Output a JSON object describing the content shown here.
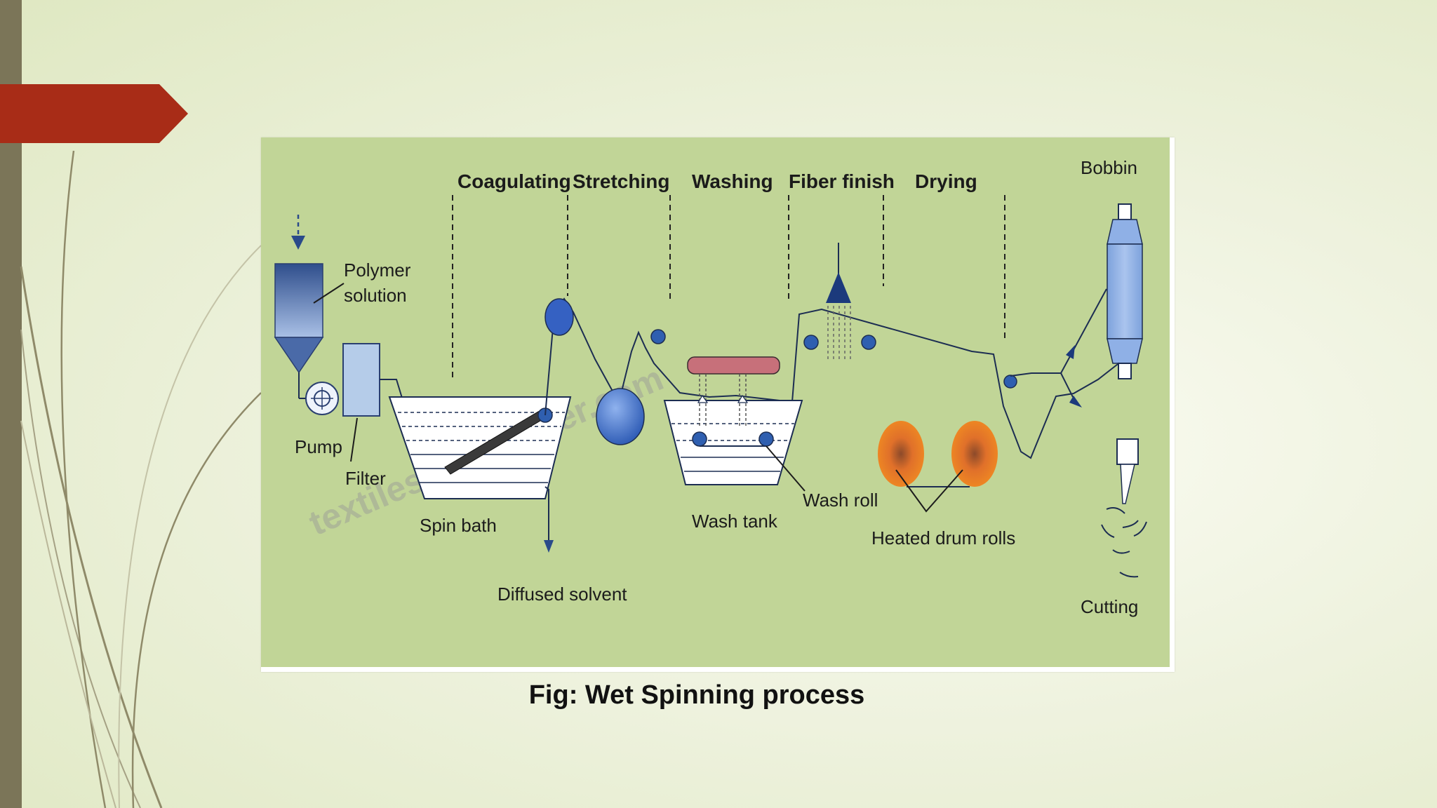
{
  "slide": {
    "caption": "Fig: Wet Spinning process",
    "accent_color": "#a82c17",
    "bar_color": "#7b7558"
  },
  "diagram": {
    "stages": {
      "coagulating": "Coagulating",
      "stretching": "Stretching",
      "washing": "Washing",
      "fiber_finish": "Fiber finish",
      "drying": "Drying"
    },
    "labels": {
      "polymer_line1": "Polymer",
      "polymer_line2": "solution",
      "pump": "Pump",
      "filter": "Filter",
      "spin_bath": "Spin bath",
      "diffused_solvent": "Diffused solvent",
      "wash_tank": "Wash tank",
      "wash_roll": "Wash roll",
      "heated_drum_rolls": "Heated drum rolls",
      "bobbin": "Bobbin",
      "cutting": "Cutting"
    },
    "watermark": "textilestudycenter.com"
  }
}
